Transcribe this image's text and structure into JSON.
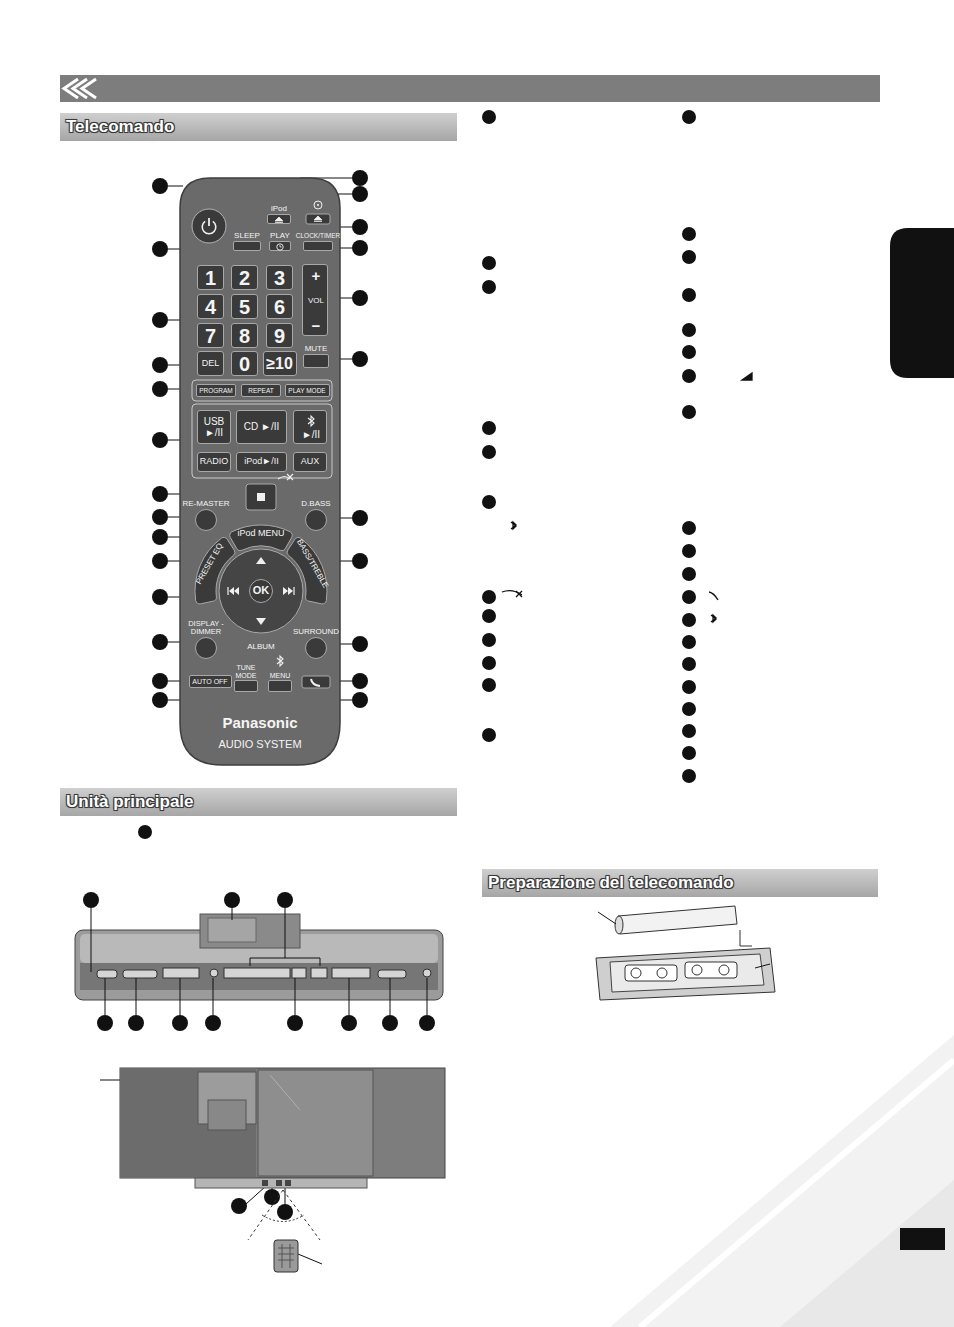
{
  "diagram": {
    "nodes": [
      {
        "text": [
          "Telecomando"
        ]
      },
      {
        "text": [
          "Panasonic",
          "AUDIO SYSTEM"
        ]
      },
      {
        "text": [
          "iPod"
        ],
        "in": 1
      },
      {
        "text": [
          "SLEEP"
        ],
        "in": 1
      },
      {
        "text": [
          "PLAY"
        ],
        "in": 1
      },
      {
        "text": [
          "CLOCK/TIMER"
        ],
        "in": 1
      },
      {
        "text": [
          "1"
        ],
        "in": 1
      },
      {
        "text": [
          "2"
        ],
        "in": 1
      },
      {
        "text": [
          "3"
        ],
        "in": 1
      },
      {
        "text": [
          "4"
        ],
        "in": 1
      },
      {
        "text": [
          "5"
        ],
        "in": 1
      },
      {
        "text": [
          "6"
        ],
        "in": 1
      },
      {
        "text": [
          "7"
        ],
        "in": 1
      },
      {
        "text": [
          "8"
        ],
        "in": 1
      },
      {
        "text": [
          "9"
        ],
        "in": 1
      },
      {
        "text": [
          "+",
          "VOL",
          "−"
        ],
        "in": 1
      },
      {
        "text": [
          "DEL"
        ],
        "in": 1
      },
      {
        "text": [
          "0"
        ],
        "in": 1
      },
      {
        "text": [
          "≥10"
        ],
        "in": 1
      },
      {
        "text": [
          "MUTE"
        ],
        "in": 1
      },
      {
        "text": [
          "PROGRAM"
        ],
        "in": 1
      },
      {
        "text": [
          "REPEAT"
        ],
        "in": 1
      },
      {
        "text": [
          "PLAY MODE"
        ],
        "in": 1
      },
      {
        "text": [
          "USB ►/II"
        ],
        "in": 1
      },
      {
        "text": [
          "CD ►/II"
        ],
        "in": 1
      },
      {
        "text": [
          "►/II"
        ],
        "in": 1
      },
      {
        "text": [
          "RADIO"
        ],
        "in": 1
      },
      {
        "text": [
          "iPod►/II"
        ],
        "in": 1
      },
      {
        "text": [
          "AUX"
        ],
        "in": 1
      },
      {
        "text": [
          "RE-MASTER"
        ],
        "in": 1
      },
      {
        "text": [
          "D.BASS"
        ],
        "in": 1
      },
      {
        "text": [
          "iPod MENU",
          "PRESET EQ",
          "BASS/TREBLE",
          "ALBUM"
        ],
        "in": 1
      },
      {
        "text": [
          "OK"
        ],
        "in": 31
      },
      {
        "text": [
          "DISPLAY -DIMMER"
        ],
        "in": 1
      },
      {
        "text": [
          "SURROUND"
        ],
        "in": 1
      },
      {
        "text": [
          "AUTO OFF"
        ],
        "in": 1
      },
      {
        "text": [
          "TUNE MODE"
        ],
        "in": 1
      },
      {
        "text": [
          "MENU"
        ],
        "in": 1
      },
      {
        "text": [
          "Unità principale"
        ]
      },
      {
        "text": [
          "Preparazione del telecomando"
        ]
      }
    ]
  }
}
